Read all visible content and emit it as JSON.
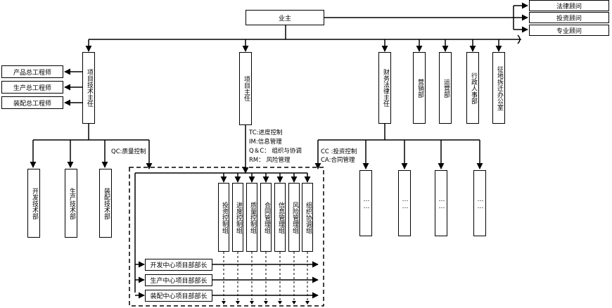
{
  "owner": "业主",
  "advisors": [
    "法律顾问",
    "投资顾问",
    "专业顾问"
  ],
  "left_engineers": [
    "产品总工程师",
    "生产总工程师",
    "装配总工程师"
  ],
  "directors": {
    "tech": "项目技术主任",
    "project": "项目主任",
    "finance_legal": "财务法律主任"
  },
  "departments": [
    "营销部",
    "运营部",
    "行政人事部",
    "征地拆迁办公室"
  ],
  "tech_departments": [
    "开发技术部",
    "生产技术部",
    "装配技术部"
  ],
  "project_annotations": {
    "tc": "TC:进度控制",
    "im": "IM:信息管理",
    "qc": "Q＆C：  组织与协调",
    "rm": "RM：  风险管理"
  },
  "qc_label": "QC:质量控制",
  "finance_annotations": {
    "cc": "CC :投资控制",
    "ca": "CA:合同管理"
  },
  "groups": [
    "投资控制组",
    "进度控制组",
    "质量控制组",
    "合同管理组",
    "信息管理组",
    "风险管理组",
    "组织协调组"
  ],
  "center_managers": [
    "开发中心项目部部长",
    "生产中心项目部部长",
    "装配中心项目部部长"
  ],
  "finance_sub": [
    "……",
    "……",
    "……",
    "……"
  ]
}
